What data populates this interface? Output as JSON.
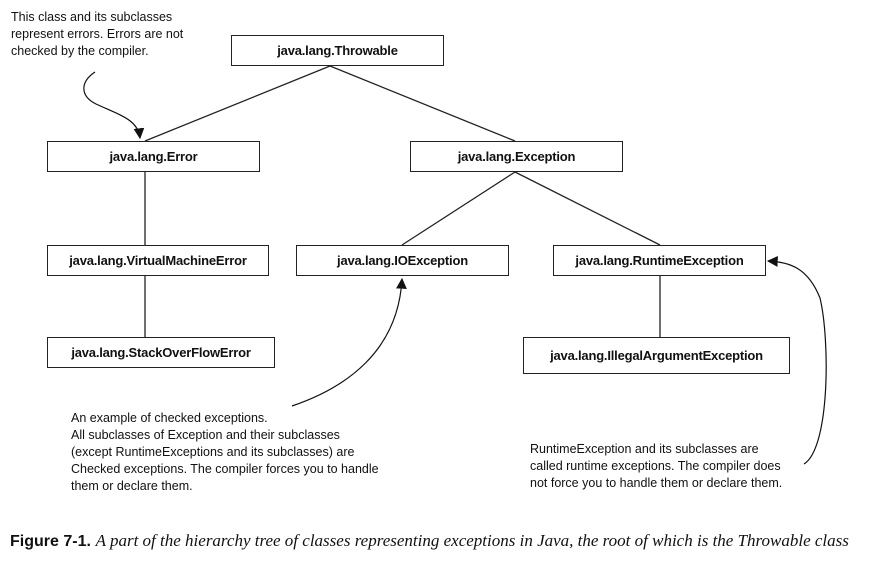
{
  "nodes": {
    "throwable": "java.lang.Throwable",
    "error": "java.lang.Error",
    "exception": "java.lang.Exception",
    "virtual_machine_error": "java.lang.VirtualMachineError",
    "io_exception": "java.lang.IOException",
    "runtime_exception": "java.lang.RuntimeException",
    "stack_overflow_error": "java.lang.StackOverFlowError",
    "illegal_argument_exception": "java.lang.IllegalArgumentException"
  },
  "notes": {
    "errors": [
      "This class and its subclasses",
      "represent errors. Errors are not",
      "checked by the compiler."
    ],
    "checked": [
      "An example of checked exceptions.",
      "All subclasses of Exception and their subclasses",
      "(except RuntimeExceptions and its subclasses) are",
      "Checked exceptions. The compiler forces you to handle",
      "them or declare them."
    ],
    "runtime": [
      "RuntimeException and its subclasses are",
      "called runtime exceptions. The compiler does",
      "not force you to handle them or declare them."
    ]
  },
  "caption": {
    "label": "Figure 7-1.",
    "text": "A part of the hierarchy tree of classes representing exceptions in Java, the root of which is the Throwable class"
  }
}
